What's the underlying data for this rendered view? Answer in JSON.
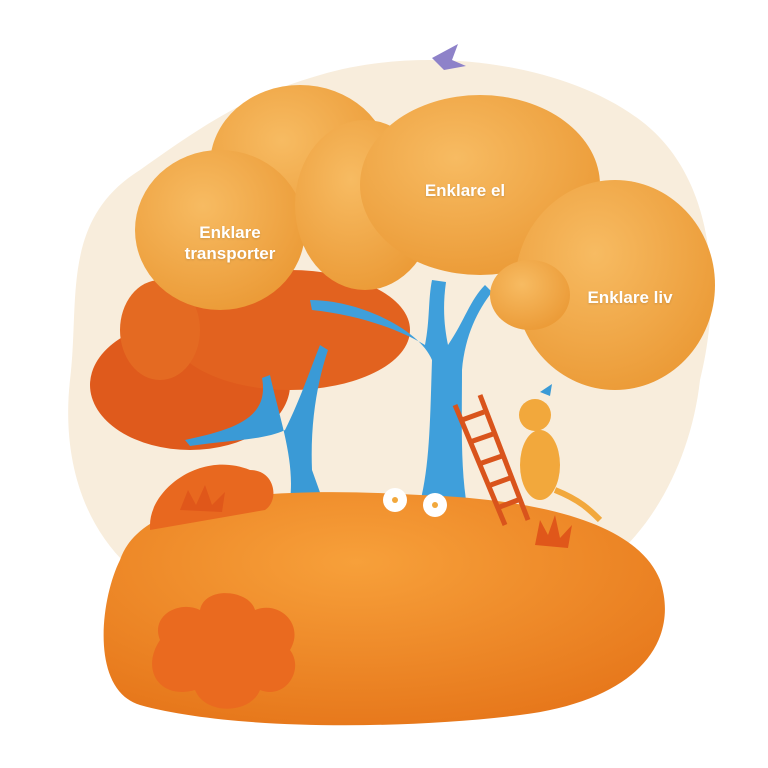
{
  "labels": {
    "transport_line1": "Enklare",
    "transport_line2": "transporter",
    "el": "Enklare el",
    "liv": "Enklare liv"
  },
  "colors": {
    "background_blob": "#f8eddc",
    "cloud_light": "#f3a94a",
    "cloud_dark": "#e0571a",
    "hill": "#f08a24",
    "tree": "#3a9ad6",
    "bird": "#8e82c9"
  }
}
